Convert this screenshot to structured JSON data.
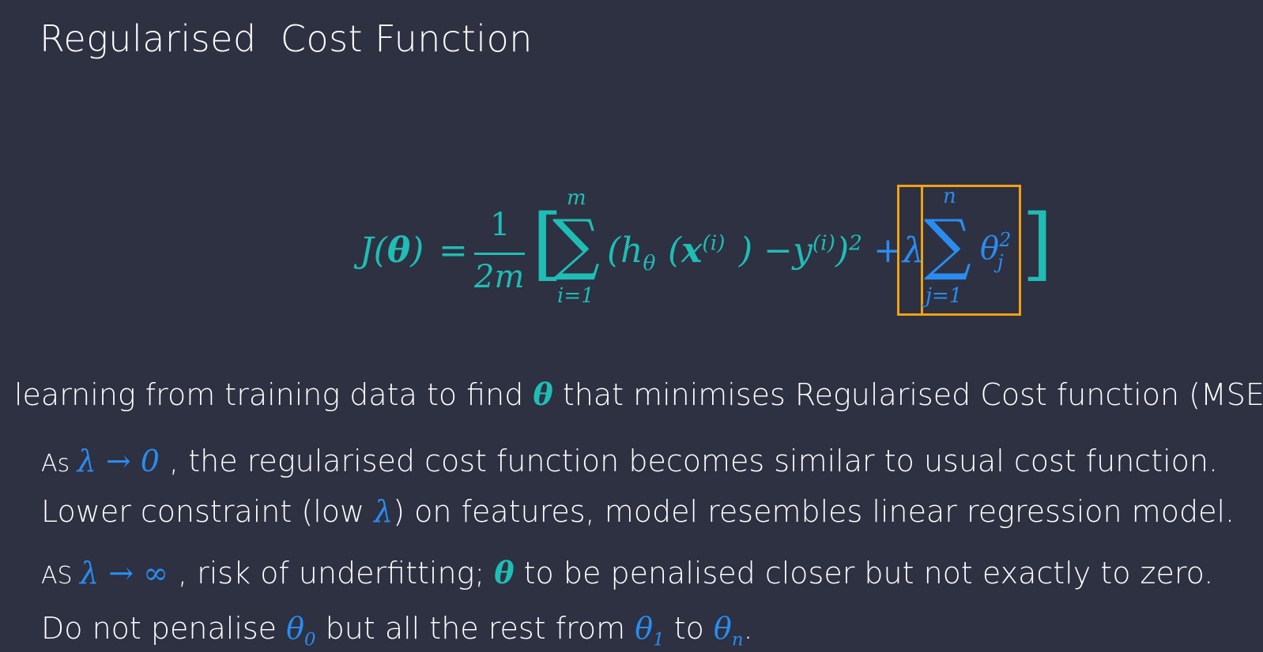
{
  "title": "Regularised  Cost Function",
  "formula": {
    "lhs": "J(",
    "theta_bold": "θ",
    "lhs_close": ")",
    "equals": "=",
    "frac_num": "1",
    "frac_den": "2m",
    "bracket_open": "[",
    "sum1_upper": "m",
    "sum1_lower": "i=1",
    "sigma": "∑",
    "h": "(h",
    "h_sub": "θ",
    "x_open": "(",
    "x": "x",
    "x_sup": "(i)",
    "minus_y": ") −y",
    "y_sup": "(i)",
    "sq": ")",
    "sq_sup": "2",
    "plus_lambda": "+λ",
    "sum2_upper": "n",
    "sum2_lower": "j=1",
    "theta_j": "θ",
    "theta_j_sup": "2",
    "theta_j_sub": "j",
    "bracket_close": "]"
  },
  "lines": {
    "l1_a": "learning from training data to find ",
    "l1_theta": "θ",
    "l1_b": " that minimises Regularised Cost function (MSE)",
    "l2_a": "As ",
    "l2_math": "λ → 0",
    "l2_b": " , the regularised cost function becomes similar to usual cost function.",
    "l3_a": "Lower constraint (low ",
    "l3_lambda": "λ",
    "l3_b": ") on features, model resembles linear regression model.",
    "l4_a": "AS ",
    "l4_math": "λ → ∞",
    "l4_b": " , risk of underfitting; ",
    "l4_theta": "θ",
    "l4_c": " to be penalised closer but not exactly to zero.",
    "l5_a": "Do not penalise ",
    "l5_t0": "θ",
    "l5_t0_sub": "0",
    "l5_b": " but all the rest from ",
    "l5_t1": "θ",
    "l5_t1_sub": "1",
    "l5_c": " to ",
    "l5_tn": "θ",
    "l5_tn_sub": "n",
    "l5_d": "."
  },
  "colors": {
    "background": "#2d3142",
    "teal": "#1fbdb4",
    "blue": "#2a8cf0",
    "box": "#f2a112",
    "text": "#ffffff"
  }
}
